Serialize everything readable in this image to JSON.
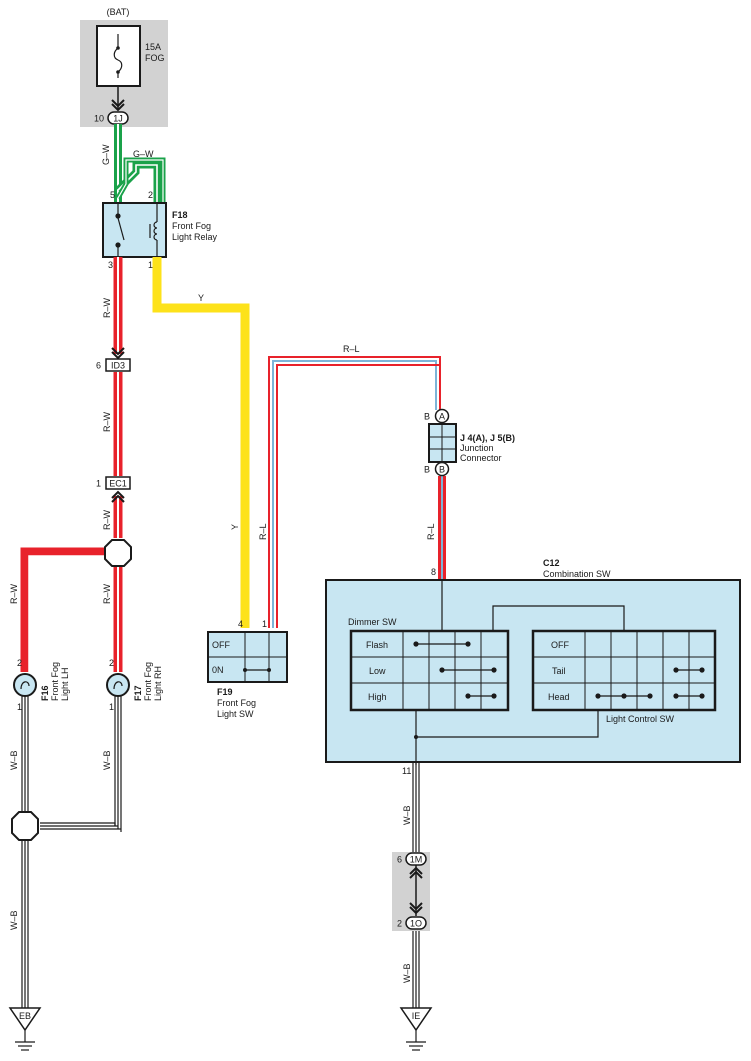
{
  "colors": {
    "red": "#e8222b",
    "green": "#1aa24a",
    "yellow": "#fde21a",
    "blue_stripe": "#7db4d8",
    "box_fill": "#c8e6f2",
    "grey_fill": "#d2d2d2"
  },
  "fuse": {
    "source": "(BAT)",
    "rating": "15A",
    "name": "FOG"
  },
  "connectors": {
    "c1J": {
      "pin": "10",
      "id": "1J"
    },
    "cID3": {
      "pin": "6",
      "id": "ID3"
    },
    "cEC1": {
      "pin": "1",
      "id": "EC1"
    },
    "c1M": {
      "pin": "6",
      "id": "1M"
    },
    "c1O": {
      "pin": "2",
      "id": "1O"
    }
  },
  "relay": {
    "code": "F18",
    "line1": "Front Fog",
    "line2": "Light Relay",
    "pin5": "5",
    "pin2": "2",
    "pin3": "3",
    "pin1": "1"
  },
  "wires": {
    "gw1": "G–W",
    "gw2": "G–W",
    "y1": "Y",
    "y2": "Y",
    "rw1": "R–W",
    "rw2": "R–W",
    "rw3": "R–W",
    "rw4": "R–W",
    "rw5": "R–W",
    "rl1": "R–L",
    "rl2": "R–L",
    "rl3": "R–L",
    "wb1": "W–B",
    "wb2": "W–B",
    "wb3": "W–B",
    "wb4": "W–B",
    "wb5": "W–B"
  },
  "junction": {
    "code": "J 4(A), J 5(B)",
    "line1": "Junction",
    "line2": "Connector",
    "pinA": "B",
    "letterA": "A",
    "pinB": "B",
    "letterB": "B"
  },
  "fog_sw": {
    "code": "F19",
    "line1": "Front Fog",
    "line2": "Light SW",
    "off": "OFF",
    "on": "0N",
    "pin4": "4",
    "pin1": "1"
  },
  "lamps": {
    "lh": {
      "pin_top": "2",
      "pin_bot": "1",
      "code": "F16",
      "line1": "Front Fog",
      "line2": "Light LH"
    },
    "rh": {
      "pin_top": "2",
      "pin_bot": "1",
      "code": "F17",
      "line1": "Front Fog",
      "line2": "Light RH"
    }
  },
  "combo": {
    "code": "C12",
    "name": "Combination SW",
    "pin8": "8",
    "pin11": "11",
    "dimmer": {
      "title": "Dimmer SW",
      "rows": [
        "Flash",
        "Low",
        "High"
      ]
    },
    "light": {
      "title": "Light Control SW",
      "rows": [
        "OFF",
        "Tail",
        "Head"
      ]
    }
  },
  "grounds": {
    "left": "EB",
    "right": "IE"
  }
}
